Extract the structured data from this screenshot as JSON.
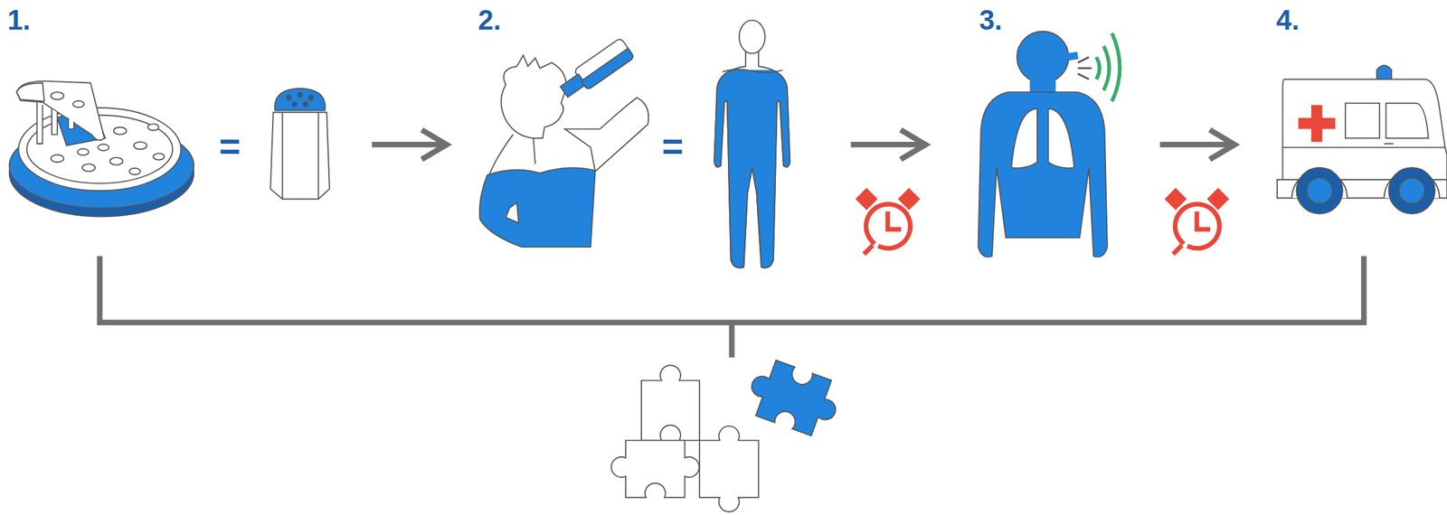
{
  "diagram": {
    "labels": [
      "1.",
      "=",
      "2.",
      "=",
      "3.",
      "4."
    ]
  }
}
